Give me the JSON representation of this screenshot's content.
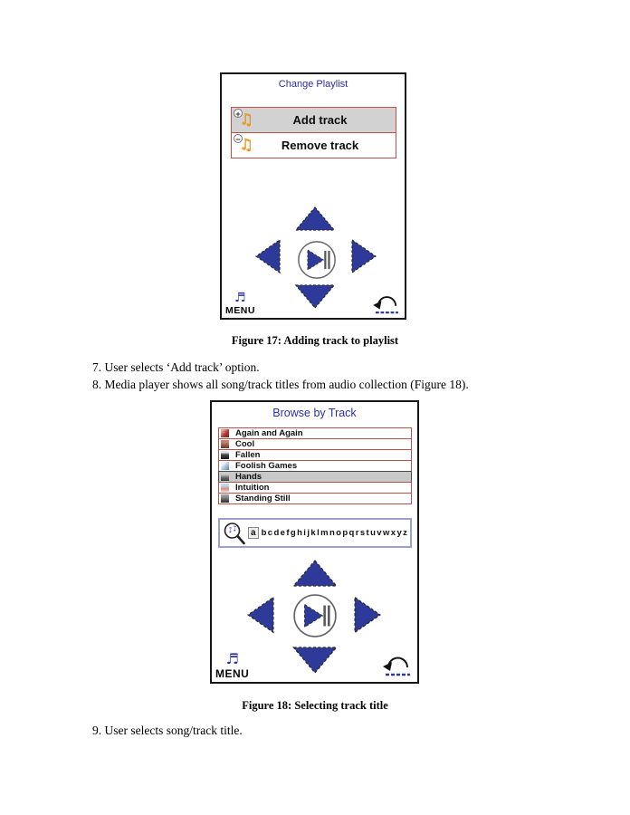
{
  "page": {
    "steps": {
      "step7": "7. User selects ‘Add track’ option.",
      "step8": "8. Media player shows all song/track titles from audio collection (Figure 18).",
      "step9": "9. User selects song/track title."
    }
  },
  "figure17": {
    "caption": "Figure 17: Adding track to playlist",
    "screen_title": "Change Playlist",
    "menu_label": "MENU",
    "options": [
      {
        "label": "Add track",
        "badge": "+",
        "selected": true
      },
      {
        "label": "Remove track",
        "badge": "−",
        "selected": false
      }
    ]
  },
  "figure18": {
    "caption": "Figure 18: Selecting track title",
    "screen_title": "Browse by Track",
    "menu_label": "MENU",
    "tracks": [
      {
        "title": "Again and Again",
        "selected": false,
        "art_style": "background:linear-gradient(135deg,#e3a193 20%,#b23a34 55%,#6e1f1c)"
      },
      {
        "title": "Cool",
        "selected": false,
        "art_style": "background:linear-gradient(180deg,#bf8468 25%,#63362a)"
      },
      {
        "title": "Fallen",
        "selected": false,
        "art_style": "background:linear-gradient(180deg,#e6e6e6 18%,#4a4a4a 45%,#141414)"
      },
      {
        "title": "Foolish Games",
        "selected": false,
        "art_style": "background:linear-gradient(135deg,#eef4fa 25%,#8fb2d4 70%,#5d86ad)"
      },
      {
        "title": "Hands",
        "selected": true,
        "art_style": "background:linear-gradient(180deg,#cccccc 20%,#6b6b6b 60%,#3a3a3a)"
      },
      {
        "title": "Intuition",
        "selected": false,
        "art_style": "background:linear-gradient(180deg,#bed9ea 30%,#de8b85 60%,#f2c4bf)"
      },
      {
        "title": "Standing Still",
        "selected": false,
        "art_style": "background:linear-gradient(180deg,#9c9c9c 20%,#2a2a2a)"
      }
    ],
    "search": {
      "first_letter": "a",
      "remaining_letters": "bcdefghijklmnopqrstuvwxyz"
    }
  },
  "icons": {
    "music_note": "♫",
    "menu_clef": "♬",
    "magnifier_notes": "♪♪"
  },
  "colors": {
    "screen_title_blue": "#2b2fa8",
    "nav_arrow_blue": "#2e3a99",
    "option_border_red": "#c0504d",
    "track_border_red": "#b5524e",
    "selected_row_gray": "#cccccc",
    "note_orange": "#f6a01f",
    "search_border_periwinkle": "#98a0d6"
  }
}
